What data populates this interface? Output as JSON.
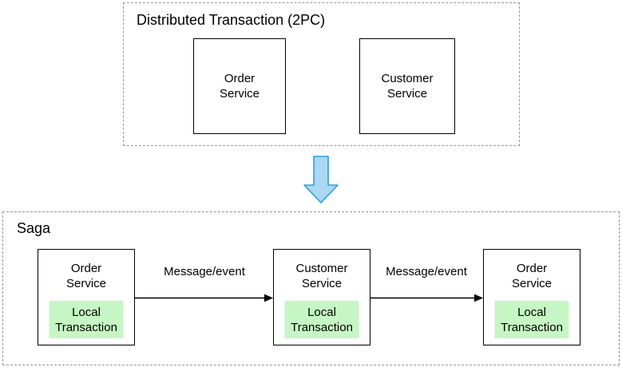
{
  "two_pc": {
    "title": "Distributed Transaction (2PC)",
    "boxes": [
      {
        "label": "Order Service"
      },
      {
        "label": "Customer Service"
      }
    ]
  },
  "transition": {
    "icon": "blue-down-arrow"
  },
  "saga": {
    "title": "Saga",
    "nodes": [
      {
        "label": "Order Service",
        "sublabel": "Local Transaction"
      },
      {
        "label": "Customer Service",
        "sublabel": "Local Transaction"
      },
      {
        "label": "Order Service",
        "sublabel": "Local Transaction"
      }
    ],
    "edges": [
      {
        "label": "Message/event"
      },
      {
        "label": "Message/event"
      }
    ]
  },
  "colors": {
    "local_transaction_fill": "#c6f6c3",
    "down_arrow_fill": "#aad7f2",
    "down_arrow_stroke": "#2b9fe2",
    "dashed_border": "#979797",
    "node_border": "#000000",
    "edge_stroke": "#000000"
  }
}
